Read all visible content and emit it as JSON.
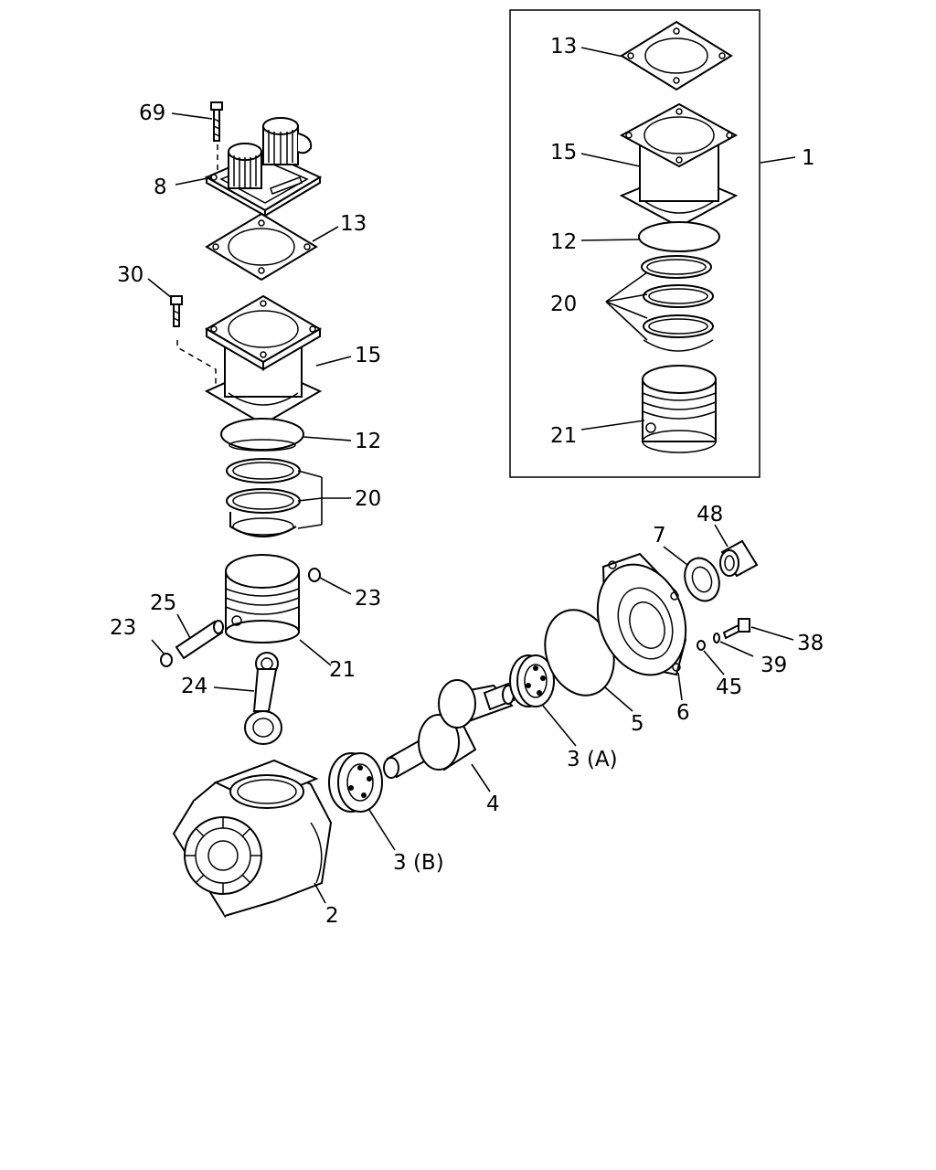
{
  "callouts": {
    "c69": "69",
    "c8": "8",
    "c13": "13",
    "c30": "30",
    "c15": "15",
    "c12": "12",
    "c20": "20",
    "c23a": "23",
    "c25": "25",
    "c23b": "23",
    "c21": "21",
    "c24": "24",
    "c2": "2",
    "c3b": "3 (B)",
    "c4": "4",
    "c3a": "3 (A)",
    "c5": "5",
    "c6": "6",
    "c7": "7",
    "c48": "48",
    "c45": "45",
    "c39": "39",
    "c38": "38"
  },
  "inset": {
    "kit": "1",
    "c13": "13",
    "c15": "15",
    "c12": "12",
    "c20": "20",
    "c21": "21"
  }
}
